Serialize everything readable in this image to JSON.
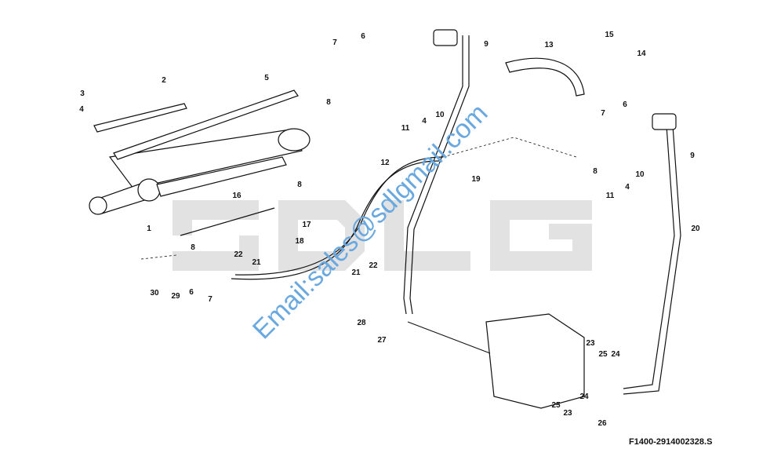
{
  "watermark": {
    "brand": "SDLG",
    "email": "Email:sales@sdlgmail.com"
  },
  "figure_code": "F1400-2914002328.S",
  "callouts": [
    "3",
    "2",
    "4",
    "5",
    "7",
    "6",
    "8",
    "9",
    "13",
    "15",
    "14",
    "11",
    "4",
    "10",
    "7",
    "6",
    "8",
    "9",
    "10",
    "4",
    "11",
    "12",
    "19",
    "8",
    "16",
    "17",
    "18",
    "1",
    "20",
    "8",
    "22",
    "21",
    "30",
    "29",
    "6",
    "7",
    "21",
    "22",
    "28",
    "27",
    "23",
    "25",
    "24",
    "25",
    "23",
    "24",
    "26"
  ]
}
